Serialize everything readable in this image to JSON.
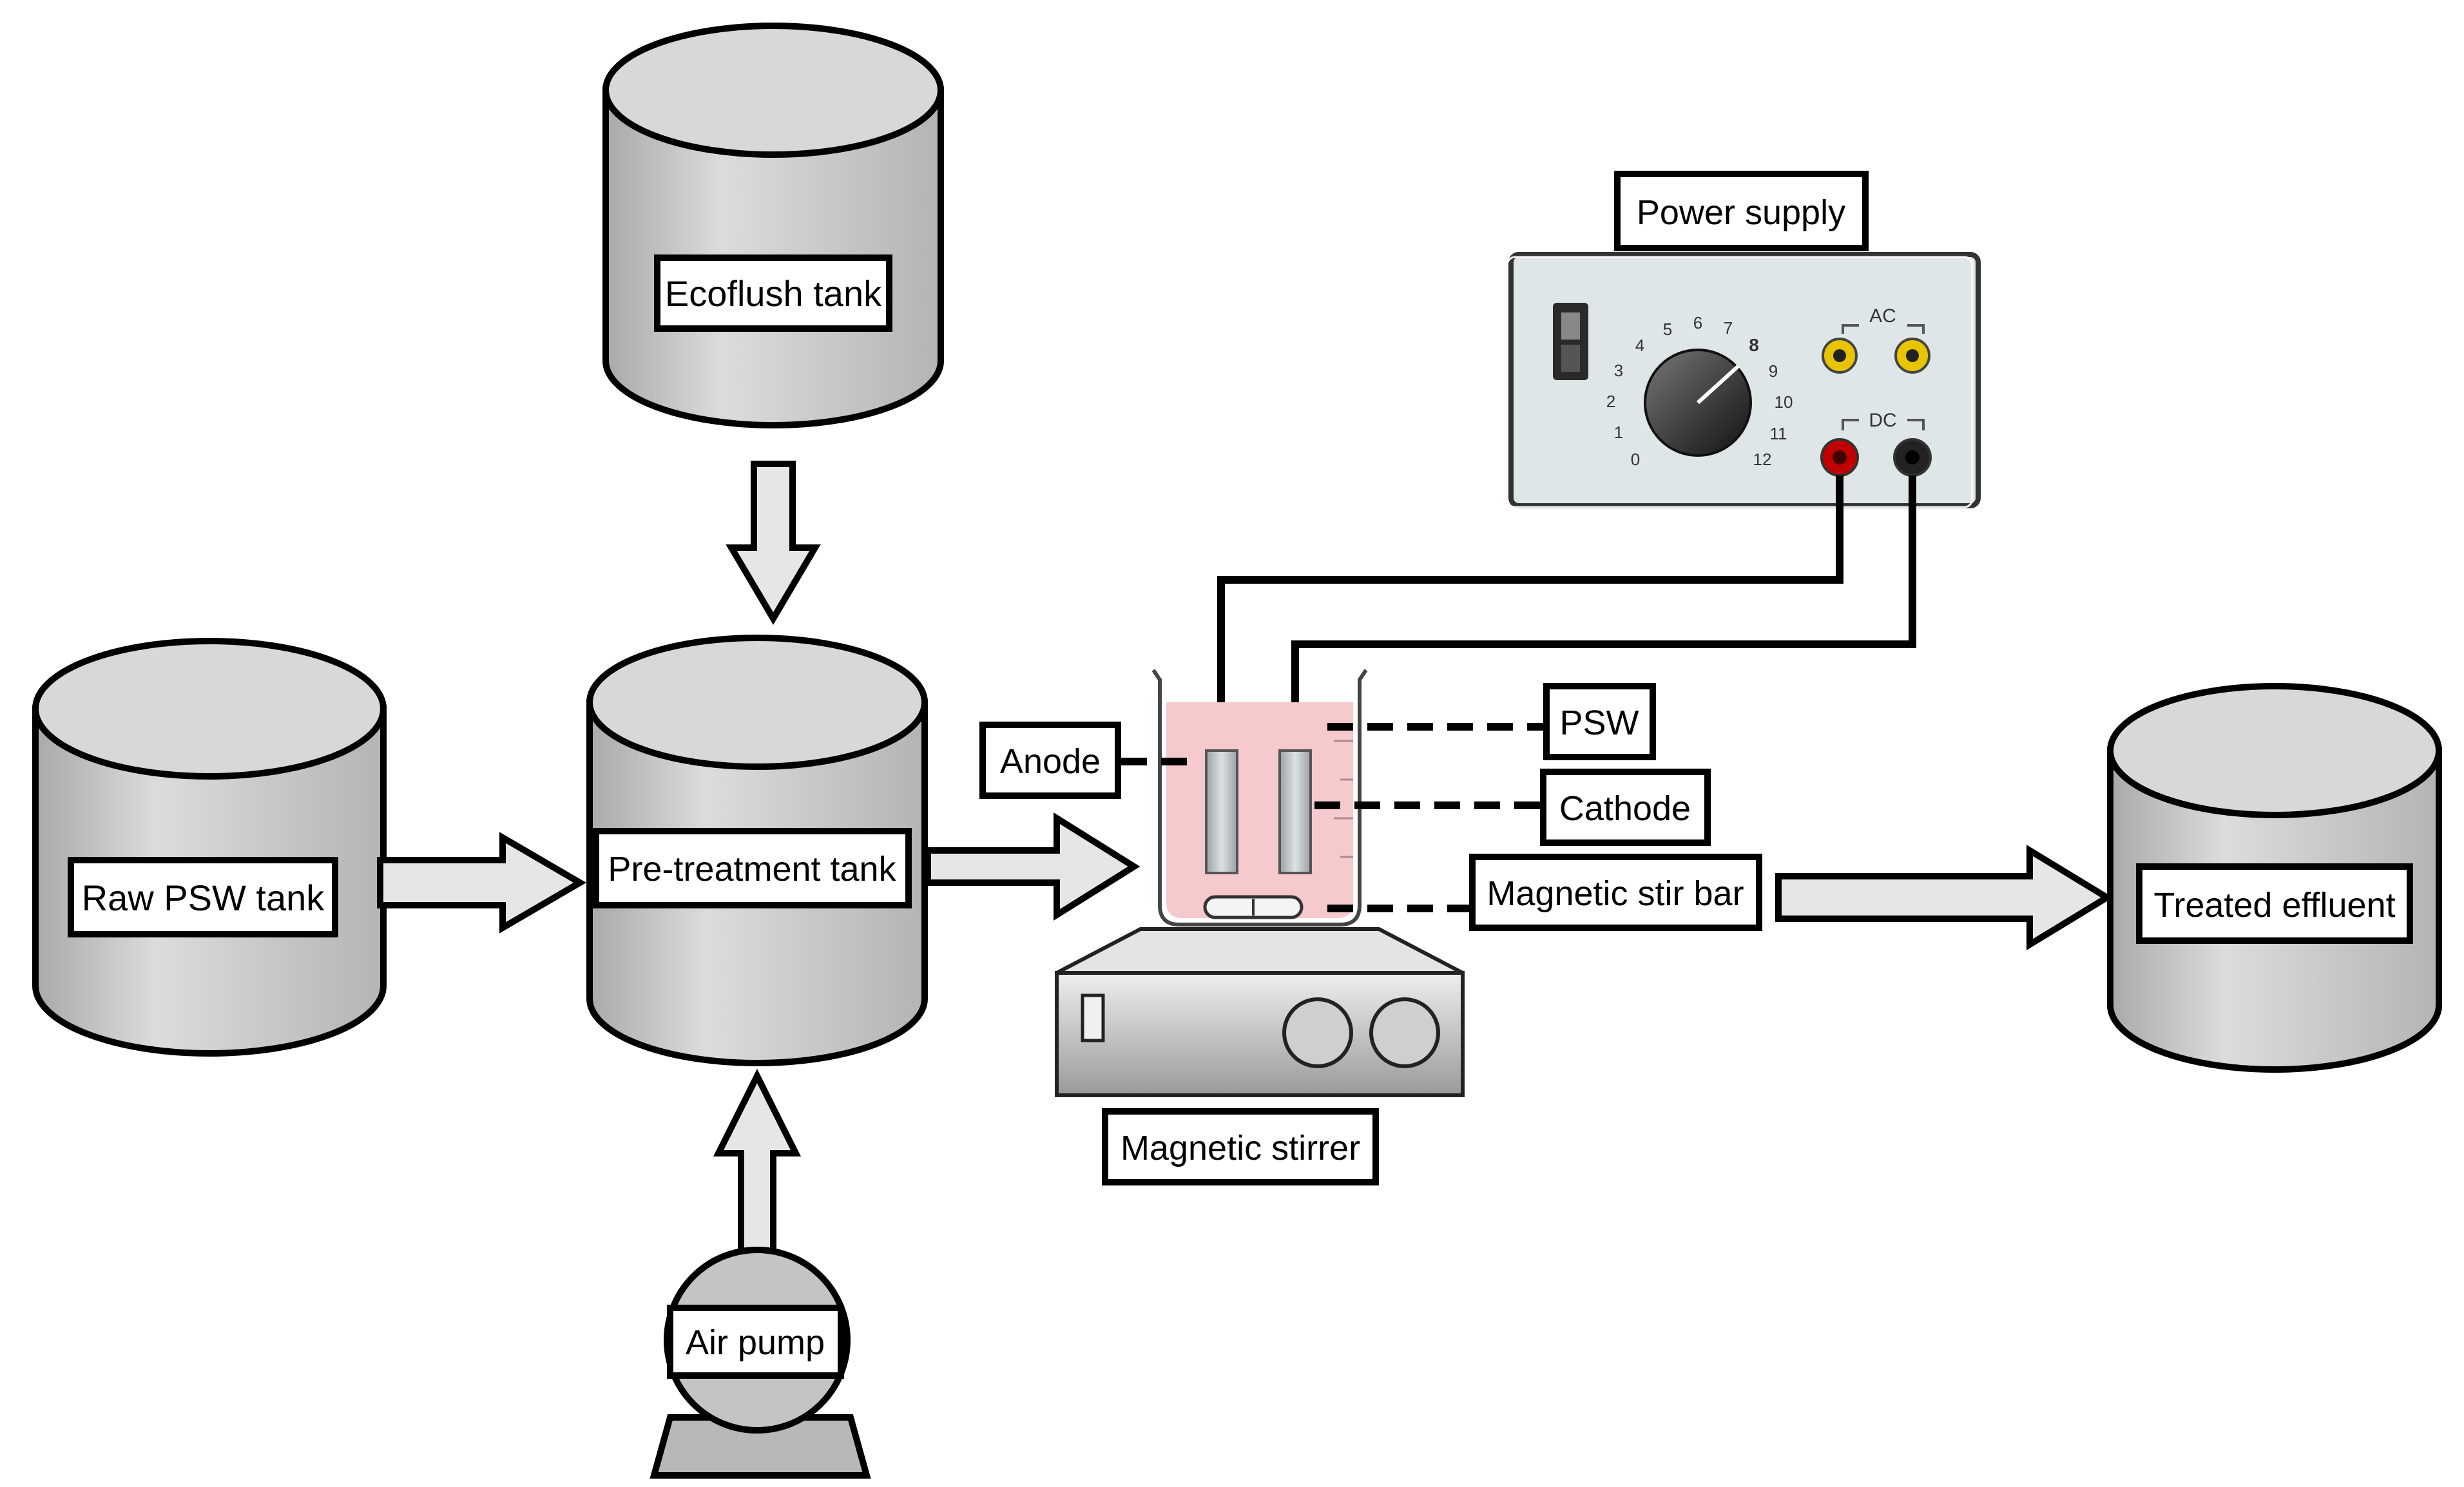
{
  "labels": {
    "ecoflush_tank": "Ecoflush tank",
    "raw_psw_tank": "Raw PSW tank",
    "pretreatment_tank": "Pre-treatment tank",
    "air_pump": "Air pump",
    "power_supply": "Power supply",
    "anode": "Anode",
    "psw": "PSW",
    "cathode": "Cathode",
    "magnetic_stir_bar": "Magnetic stir bar",
    "magnetic_stirrer": "Magnetic stirrer",
    "treated_effluent": "Treated effluent"
  },
  "power_supply_panel": {
    "ac_label": "AC",
    "dc_label": "DC",
    "dial_numbers": [
      "0",
      "1",
      "2",
      "3",
      "4",
      "5",
      "6",
      "7",
      "8",
      "9",
      "10",
      "11",
      "12"
    ]
  },
  "colors": {
    "tank_fill": "#c8c8c8",
    "arrow_fill": "#e6e6e6",
    "liquid": "#f6c9cc",
    "dc_positive": "#c00000",
    "dc_negative": "#222222",
    "ac_jack": "#e8c400"
  }
}
